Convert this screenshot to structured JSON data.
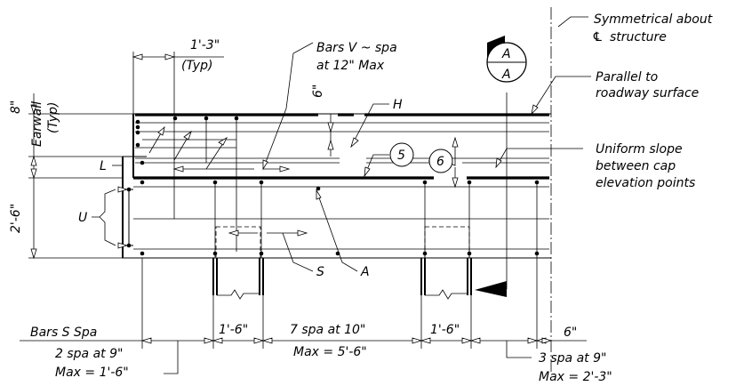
{
  "labels": {
    "symmetrical": [
      "Symmetrical about",
      "structure"
    ],
    "cl_symbol": "℄",
    "parallel": [
      "Parallel to",
      "roadway surface"
    ],
    "uniform_slope": [
      "Uniform slope",
      "between cap",
      "elevation points"
    ],
    "bars_v": [
      "Bars V ~ spa",
      "at 12\" Max"
    ],
    "dim_1_3": "1'-3\"",
    "typ": "(Typ)",
    "dim_8": "8\"",
    "earwall": [
      "Earwall",
      "(Typ)"
    ],
    "dim_6_vert": "6\"",
    "dim_2_6": "2'-6\"",
    "bar_h": "H",
    "bar_l": "L",
    "bar_u": "U",
    "bar_s": "S",
    "bar_a": "A",
    "circle_5": "5",
    "circle_6": "6",
    "section_a_top": "A",
    "section_a_bottom": "A",
    "bars_s_spa": "Bars S Spa",
    "dim_1_6_left": "1'-6\"",
    "dim_7_spa": "7 spa at 10\"",
    "max_5_6": "Max = 5'-6\"",
    "dim_1_6_right": "1'-6\"",
    "dim_6_bottom": "6\"",
    "spa_2": [
      "2 spa at 9\"",
      "Max = 1'-6\""
    ],
    "spa_3": [
      "3 spa at 9\"",
      "Max = 2'-3\""
    ]
  }
}
